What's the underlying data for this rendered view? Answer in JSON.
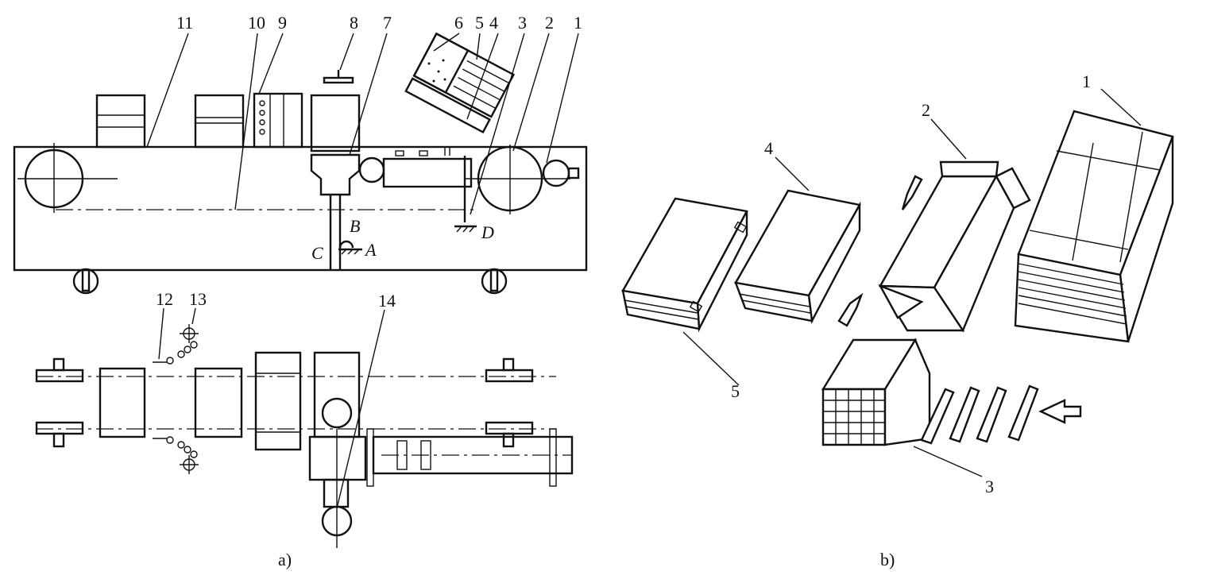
{
  "figure": {
    "a": {
      "caption": "a)",
      "labels": [
        "11",
        "10",
        "9",
        "8",
        "7",
        "6",
        "5",
        "4",
        "3",
        "2",
        "1",
        "12",
        "13",
        "14"
      ],
      "points": [
        "B",
        "A",
        "C",
        "D"
      ]
    },
    "b": {
      "caption": "b)",
      "labels": [
        "1",
        "2",
        "3",
        "4",
        "5"
      ]
    }
  }
}
